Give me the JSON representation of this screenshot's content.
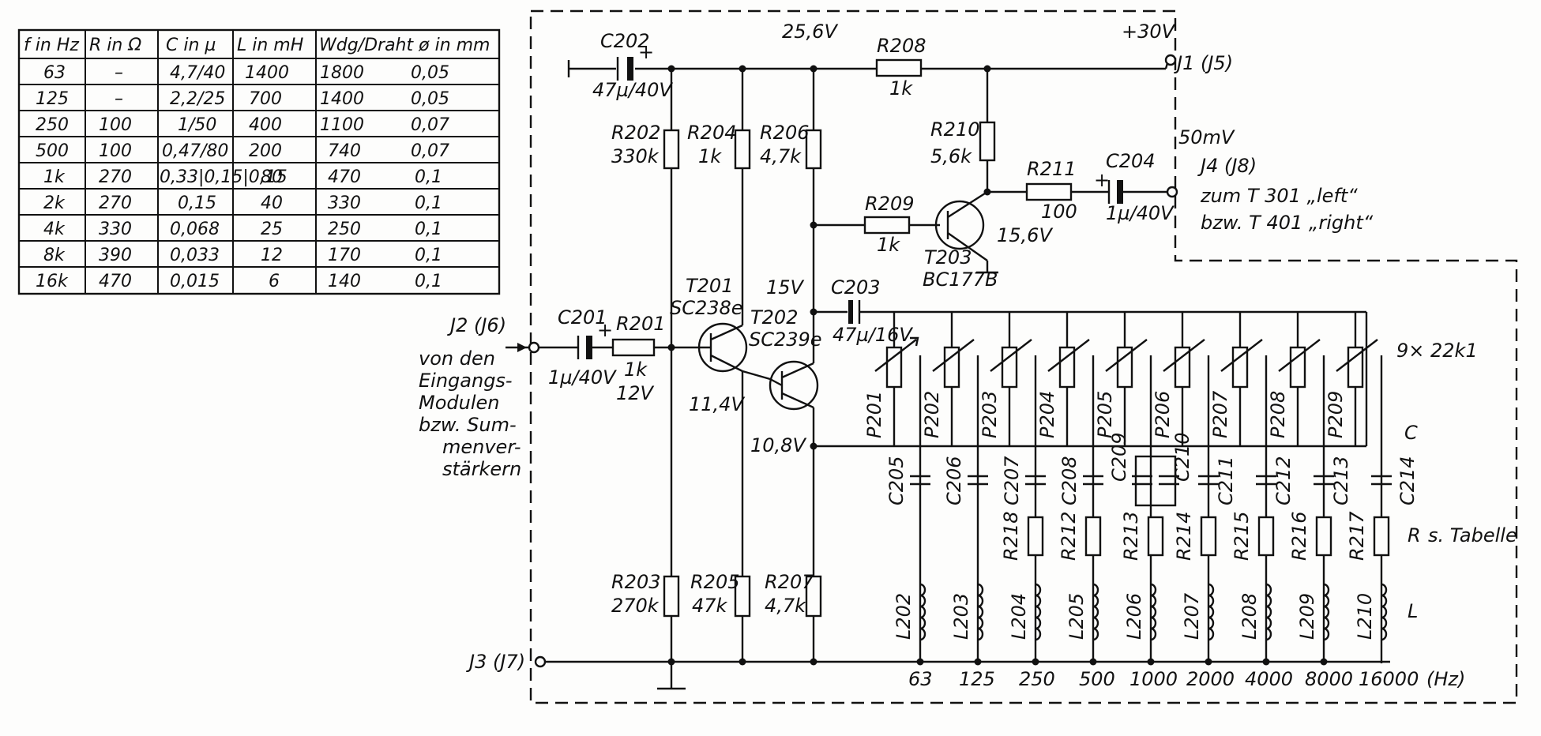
{
  "table": {
    "headers": [
      "f in Hz",
      "R in Ω",
      "C in µ",
      "L in mH",
      "Wdg/Draht ø in mm"
    ],
    "rows": [
      [
        "63",
        "–",
        "4,7/40",
        "1400",
        "1800",
        "0,05"
      ],
      [
        "125",
        "–",
        "2,2/25",
        "700",
        "1400",
        "0,05"
      ],
      [
        "250",
        "100",
        "1/50",
        "400",
        "1100",
        "0,07"
      ],
      [
        "500",
        "100",
        "0,47/80",
        "200",
        "740",
        "0,07"
      ],
      [
        "1k",
        "270",
        "0,33|0,15|0,15",
        "80",
        "470",
        "0,1"
      ],
      [
        "2k",
        "270",
        "0,15",
        "40",
        "330",
        "0,1"
      ],
      [
        "4k",
        "330",
        "0,068",
        "25",
        "250",
        "0,1"
      ],
      [
        "8k",
        "390",
        "0,033",
        "12",
        "170",
        "0,1"
      ],
      [
        "16k",
        "470",
        "0,015",
        "6",
        "140",
        "0,1"
      ]
    ]
  },
  "connectors": {
    "j1": "J1 (J5)",
    "j2": "J2 (J6)",
    "j3": "J3 (J7)",
    "j4": "J4 (J8)"
  },
  "input_note": [
    "von den",
    "Eingangs-",
    "Modulen",
    "bzw. Sum-",
    "menver-",
    "stärkern"
  ],
  "output_note": [
    "zum T 301 „left“",
    "bzw. T 401 „right“"
  ],
  "voltages": {
    "supply": "+30V",
    "v_25_6": "25,6V",
    "v_15": "15V",
    "v_15_6": "15,6V",
    "v_12": "12V",
    "v_11_4": "11,4V",
    "v_10_8": "10,8V",
    "out_level": "50mV"
  },
  "components": {
    "c202": [
      "C202",
      "47µ/40V"
    ],
    "c201": [
      "C201",
      "1µ/40V"
    ],
    "c203": [
      "C203",
      "47µ/16V"
    ],
    "c204": [
      "C204",
      "1µ/40V"
    ],
    "r201": [
      "R201",
      "1k"
    ],
    "r202": [
      "R202",
      "330k"
    ],
    "r203": [
      "R203",
      "270k"
    ],
    "r204": [
      "R204",
      "1k"
    ],
    "r205": [
      "R205",
      "47k"
    ],
    "r206": [
      "R206",
      "4,7k"
    ],
    "r207": [
      "R207",
      "4,7k"
    ],
    "r208": [
      "R208",
      "1k"
    ],
    "r209": [
      "R209",
      "1k"
    ],
    "r210": [
      "R210",
      "5,6k"
    ],
    "r211": [
      "R211",
      "100"
    ],
    "t201": [
      "T201",
      "SC238e"
    ],
    "t202": [
      "T202",
      "SC239e"
    ],
    "t203": [
      "T203",
      "BC177B"
    ]
  },
  "pots": [
    "P201",
    "P202",
    "P203",
    "P204",
    "P205",
    "P206",
    "P207",
    "P208",
    "P209"
  ],
  "pots_label": "9× 22k1",
  "caps": [
    "C205",
    "C206",
    "C207",
    "C208",
    "C209",
    "C210",
    "C211",
    "C212",
    "C213",
    "C214"
  ],
  "resistors": [
    "R218",
    "R212",
    "R213",
    "R214",
    "R215",
    "R216",
    "R217"
  ],
  "coils": [
    "L202",
    "L203",
    "L204",
    "L205",
    "L206",
    "L207",
    "L208",
    "L209",
    "L210"
  ],
  "legend": {
    "c": "C",
    "r": "R",
    "r_note": "s. Tabelle",
    "l": "L"
  },
  "frequencies": [
    "63",
    "125",
    "250",
    "500",
    "1000",
    "2000",
    "4000",
    "8000",
    "16000"
  ],
  "freq_unit": "(Hz)"
}
